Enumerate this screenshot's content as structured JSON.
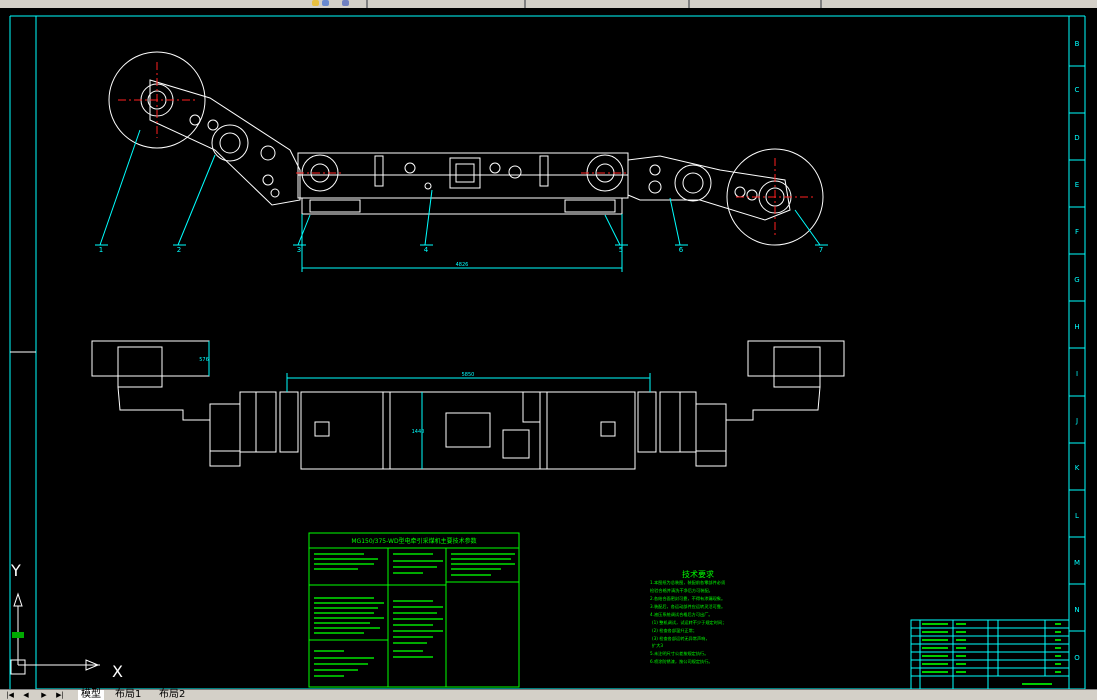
{
  "tabs": [
    {
      "label": "模型",
      "active": true
    },
    {
      "label": "布局1",
      "active": false
    },
    {
      "label": "布局2",
      "active": false
    }
  ],
  "ucs": {
    "x_label": "X",
    "y_label": "Y"
  },
  "drawing": {
    "balloons": [
      "1",
      "2",
      "3",
      "4",
      "5",
      "6",
      "7"
    ],
    "dim_top_width": "4826",
    "dim_bottom_width": "5850",
    "dim_left_height": "576",
    "dim_center_height": "1440",
    "params_table_title": "MG150/375-WD型电牵引采煤机主要技术参数",
    "tech_req_title": "技术要求",
    "tech_req_lines": [
      "1.本图纸为总装图，装配前各零部件必须",
      "检验合格并清洗干净后方可装配。",
      "2.各结合面密封可靠，不得有渗漏现象。",
      "3.装配后，各运动部件应运转灵活可靠。",
      "4.液压系统调试合格后方可出厂。",
      "(1) 整机调试，试运转不少于规定时间；",
      "(2) 检查各部温升正常；",
      "(3) 检查各部运转无异常声响，",
      "   扩大3",
      "5.未注明尺寸公差按规定执行。",
      "6.喷涂防锈漆，按公司规定执行。"
    ],
    "sheet_letters_right": [
      "B",
      "C",
      "D",
      "E",
      "F",
      "G",
      "H",
      "I",
      "J",
      "K",
      "L",
      "M",
      "N",
      "O"
    ]
  },
  "colors": {
    "geometry": "#ffffff",
    "center_lines": "#ff2020",
    "dimensions": "#00ffff",
    "text": "#00ff00",
    "background": "#000000"
  }
}
